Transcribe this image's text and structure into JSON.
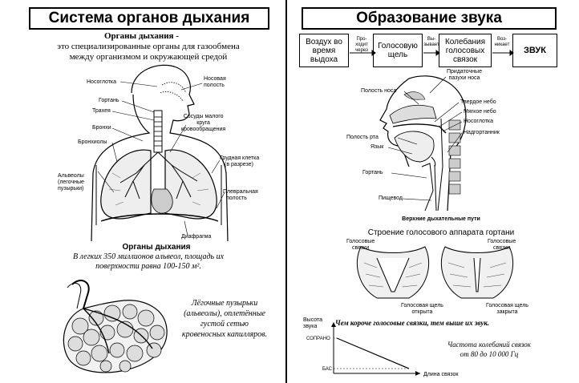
{
  "left": {
    "title": "Система органов дыхания",
    "def_head": "Органы дыхания -",
    "def_line1": "это специализированные органы для газообмена",
    "def_line2": "между организмом и окружающей средой",
    "labels": {
      "nasopharynx": "Носоглотка",
      "larynx": "Гортань",
      "trachea": "Трахея",
      "bronchi": "Бронхи",
      "bronchioles": "Бронхиолы",
      "alveoli_1": "Альвеолы",
      "alveoli_2": "(легочные",
      "alveoli_3": "пузырьки)",
      "nasal_1": "Носовая",
      "nasal_2": "полость",
      "vessels_1": "Сосуды малого",
      "vessels_2": "круга",
      "vessels_3": "кровообращения",
      "chest_1": "Грудная клетка",
      "chest_2": "(в разрезе)",
      "pleural_1": "Плевральная",
      "pleural_2": "полость",
      "diaphragm": "Диафрагма"
    },
    "organs_caption": "Органы дыхания",
    "alveoli_text_1": "В легких 350 миллионов альвеол, площадь их",
    "alveoli_text_2": "поверхности равна 100-150 м².",
    "vesicles_1": "Лёгочные пузырьки",
    "vesicles_2": "(альвеолы), оплетённые",
    "vesicles_3": "густой сетью",
    "vesicles_4": "кровеносных капилляров."
  },
  "right": {
    "title": "Образование звука",
    "flow": {
      "box1": "Воздух во время выдоха",
      "arrow1": "Про-ходит через",
      "box2": "Голосовую щель",
      "arrow2": "Вы-зывает",
      "box3": "Колебания голосовых связок",
      "arrow3": "Воз-никает",
      "box4": "ЗВУК"
    },
    "labels": {
      "sinuses_1": "Придаточные",
      "sinuses_2": "пазухи носа",
      "nasal_cavity": "Полость носа",
      "hard_palate": "Твердое небо",
      "soft_palate": "Мягкое небо",
      "nasopharynx": "Носоглотка",
      "epiglottis": "Надгортанник",
      "oral_cavity": "Полость рта",
      "tongue": "Язык",
      "larynx": "Гортань",
      "esophagus": "Пищевод"
    },
    "upper_caption": "Верхние дыхательные пути",
    "vocal_title": "Строение голосового аппарата гортани",
    "vocal_labels": {
      "cords_l1": "Голосовые",
      "cords_l2": "связки",
      "cords_r1": "Голосовые",
      "cords_r2": "связки",
      "open_1": "Голосовая щель",
      "open_2": "открыта",
      "closed_1": "Голосовая щель",
      "closed_2": "закрыта"
    },
    "graph": {
      "ylabel_1": "Высота",
      "ylabel_2": "звука",
      "soprano": "СОПРАНО",
      "bass": "БАС",
      "xlabel": "Длина связок",
      "headline": "Чем короче голосовые связки, тем выше их звук.",
      "freq_1": "Частота колебаний связок",
      "freq_2": "от 80 до 10 000 Гц"
    }
  }
}
